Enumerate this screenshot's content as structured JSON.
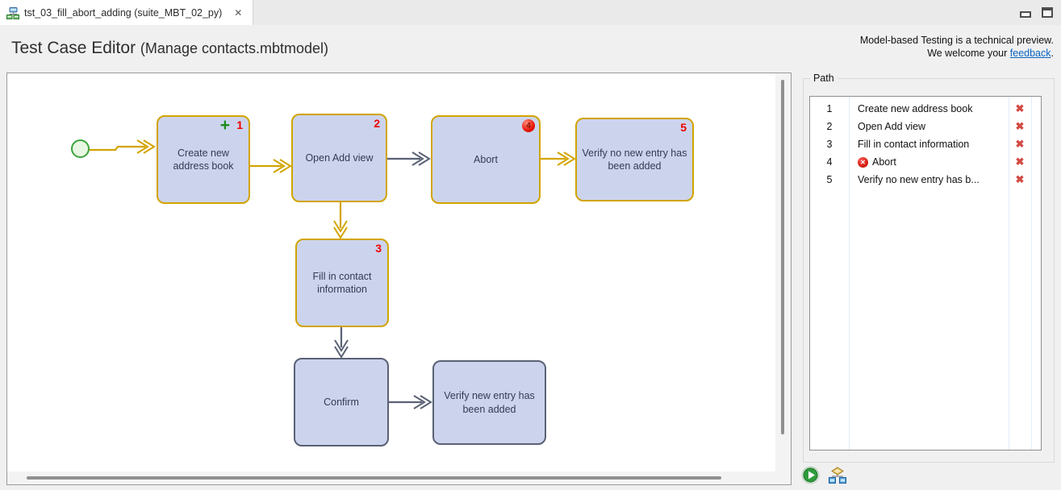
{
  "tab": {
    "title": "tst_03_fill_abort_adding (suite_MBT_02_py)",
    "close_glyph": "✕"
  },
  "header": {
    "title": "Test Case Editor",
    "subtitle": "(Manage contacts.mbtmodel)",
    "notice_line1": "Model-based Testing is a technical preview.",
    "notice_line2_prefix": "We welcome your ",
    "notice_link": "feedback",
    "notice_suffix": "."
  },
  "colors": {
    "path_highlight_gold": "#d2a400",
    "default_edge_slate": "#5a6175",
    "node_fill": "#ccd4ed",
    "step_number_red": "#ee0000",
    "error_red": "#d31f10",
    "link_blue": "#0a64c2"
  },
  "diagram": {
    "add_badge_glyph": "+",
    "nodes": [
      {
        "label": "Create new address book",
        "number": "1"
      },
      {
        "label": "Open Add view",
        "number": "2"
      },
      {
        "label": "Abort",
        "number": "4"
      },
      {
        "label": "Verify no new entry has been added",
        "number": "5"
      },
      {
        "label": "Fill in contact information",
        "number": "3"
      },
      {
        "label": "Confirm"
      },
      {
        "label": "Verify new entry has been added"
      }
    ]
  },
  "path_panel": {
    "title": "Path",
    "delete_glyph": "✖",
    "error_glyph": "✕",
    "rows": [
      {
        "num": "1",
        "label": "Create new address book"
      },
      {
        "num": "2",
        "label": "Open Add view"
      },
      {
        "num": "3",
        "label": "Fill in contact information"
      },
      {
        "num": "4",
        "label": "Abort"
      },
      {
        "num": "5",
        "label": "Verify no new entry has b..."
      }
    ]
  }
}
